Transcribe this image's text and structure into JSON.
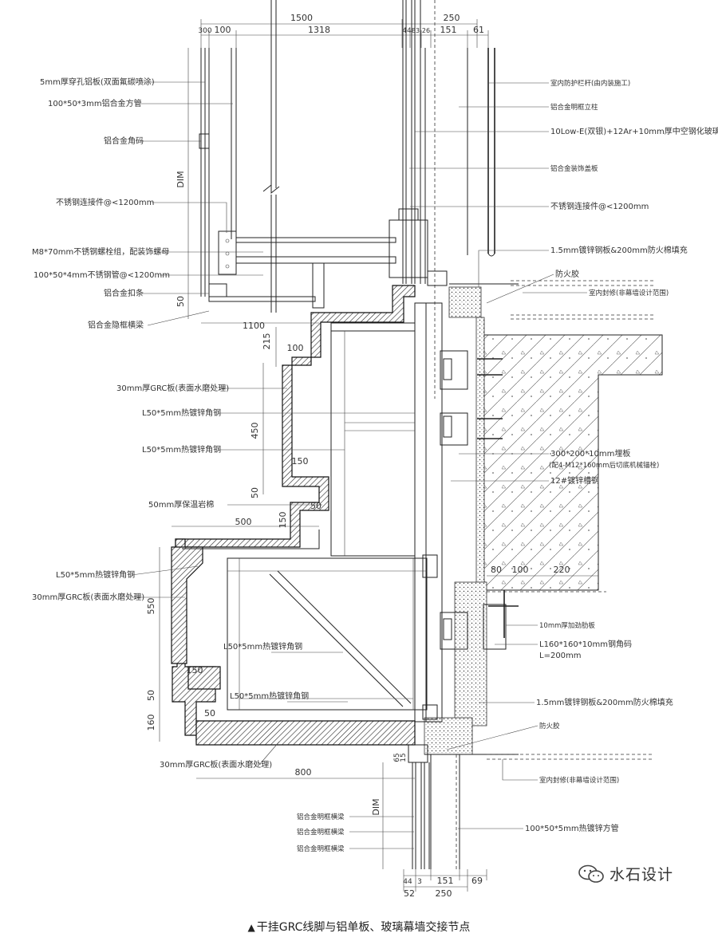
{
  "caption": "干挂GRC线脚与铝单板、玻璃幕墙交接节点",
  "watermark": "水石设计",
  "top_dims": [
    "1500",
    "250",
    "300",
    "100",
    "1318",
    "44",
    "83",
    "26",
    "151",
    "61"
  ],
  "bottom_dims": [
    "44",
    "3",
    "151",
    "69",
    "52",
    "250"
  ],
  "side_dims": [
    "DIM",
    "50",
    "1100",
    "215",
    "100",
    "450",
    "150",
    "50",
    "50",
    "150",
    "500",
    "550",
    "150",
    "50",
    "160",
    "50",
    "800",
    "65",
    "15",
    "DIM",
    "80",
    "100",
    "220"
  ],
  "labels_left": [
    "5mm厚穿孔铝板(双面氟碳喷涂)",
    "100*50*3mm铝合金方管",
    "铝合金角码",
    "不锈钢连接件@<1200mm",
    "M8*70mm不锈钢螺栓组，配装饰螺母",
    "100*50*4mm不锈钢管@<1200mm",
    "铝合金扣条",
    "铝合金隐框横梁",
    "30mm厚GRC板(表面水磨处理)",
    "L50*5mm热镀锌角钢",
    "L50*5mm热镀锌角钢",
    "50mm厚保温岩棉",
    "L50*5mm热镀锌角钢",
    "30mm厚GRC板(表面水磨处理)",
    "L50*5mm热镀锌角钢",
    "L50*5mm热镀锌角钢",
    "30mm厚GRC板(表面水磨处理)",
    "铝合金明框横梁",
    "铝合金明框横梁",
    "铝合金明框横梁"
  ],
  "labels_right": [
    "室内防护栏杆(由内装施工)",
    "铝合金明框立柱",
    "10Low-E(双银)+12Ar+10mm厚中空钢化玻璃",
    "铝合金装饰盖板",
    "不锈钢连接件@<1200mm",
    "1.5mm镀锌钢板&200mm防火棉填充",
    "防火胶",
    "室内封修(非幕墙设计范围)",
    "300*200*10mm埋板",
    "(配4-M12*160mm后切底机械锚栓)",
    "12#镀锌槽钢",
    "10mm厚加劲肋板",
    "L160*160*10mm钢角码",
    "L=200mm",
    "1.5mm镀锌钢板&200mm防火棉填充",
    "防火胶",
    "室内封修(非幕墙设计范围)",
    "100*50*5mm热镀锌方管"
  ]
}
